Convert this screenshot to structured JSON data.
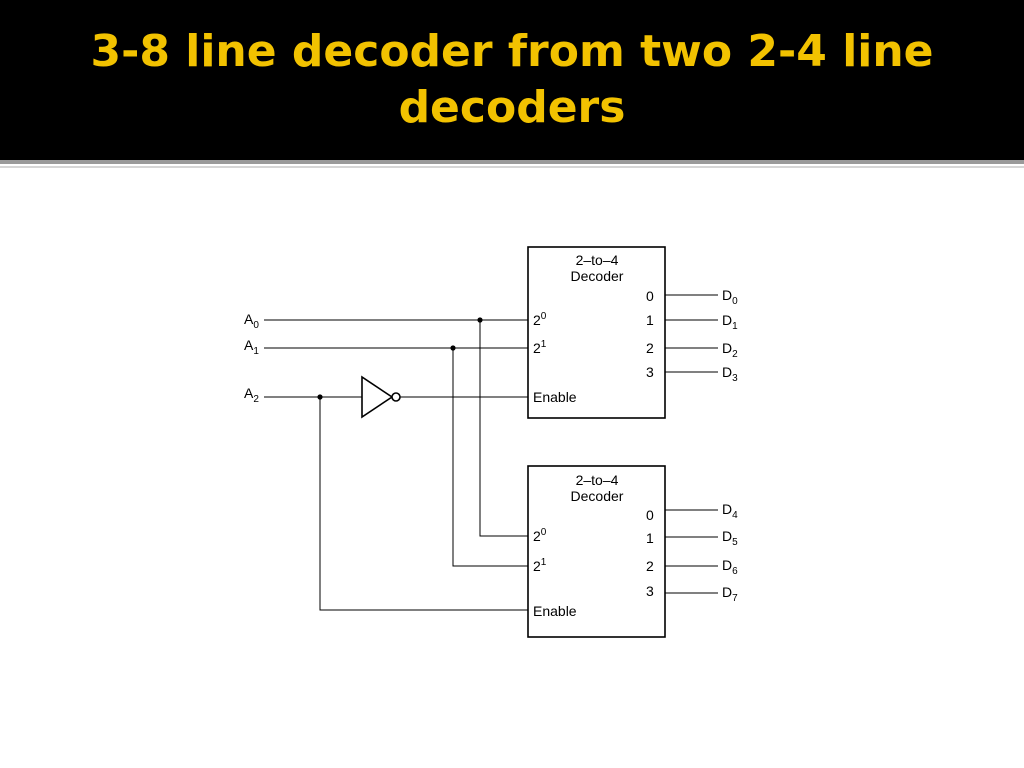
{
  "title": {
    "line1": "3-8 line decoder from two 2-4 line",
    "line2": "decoders"
  },
  "colors": {
    "title_bg": "#000000",
    "title_text": "#f2c200"
  },
  "inputs": [
    {
      "letter": "A",
      "sub": "0"
    },
    {
      "letter": "A",
      "sub": "1"
    },
    {
      "letter": "A",
      "sub": "2"
    }
  ],
  "decoders": [
    {
      "title1": "2–to–4",
      "title2": "Decoder",
      "in0": {
        "base": "2",
        "exp": "0"
      },
      "in1": {
        "base": "2",
        "exp": "1"
      },
      "enable": "Enable",
      "out_nums": [
        "0",
        "1",
        "2",
        "3"
      ],
      "outputs": [
        {
          "letter": "D",
          "sub": "0"
        },
        {
          "letter": "D",
          "sub": "1"
        },
        {
          "letter": "D",
          "sub": "2"
        },
        {
          "letter": "D",
          "sub": "3"
        }
      ]
    },
    {
      "title1": "2–to–4",
      "title2": "Decoder",
      "in0": {
        "base": "2",
        "exp": "0"
      },
      "in1": {
        "base": "2",
        "exp": "1"
      },
      "enable": "Enable",
      "out_nums": [
        "0",
        "1",
        "2",
        "3"
      ],
      "outputs": [
        {
          "letter": "D",
          "sub": "4"
        },
        {
          "letter": "D",
          "sub": "5"
        },
        {
          "letter": "D",
          "sub": "6"
        },
        {
          "letter": "D",
          "sub": "7"
        }
      ]
    }
  ]
}
